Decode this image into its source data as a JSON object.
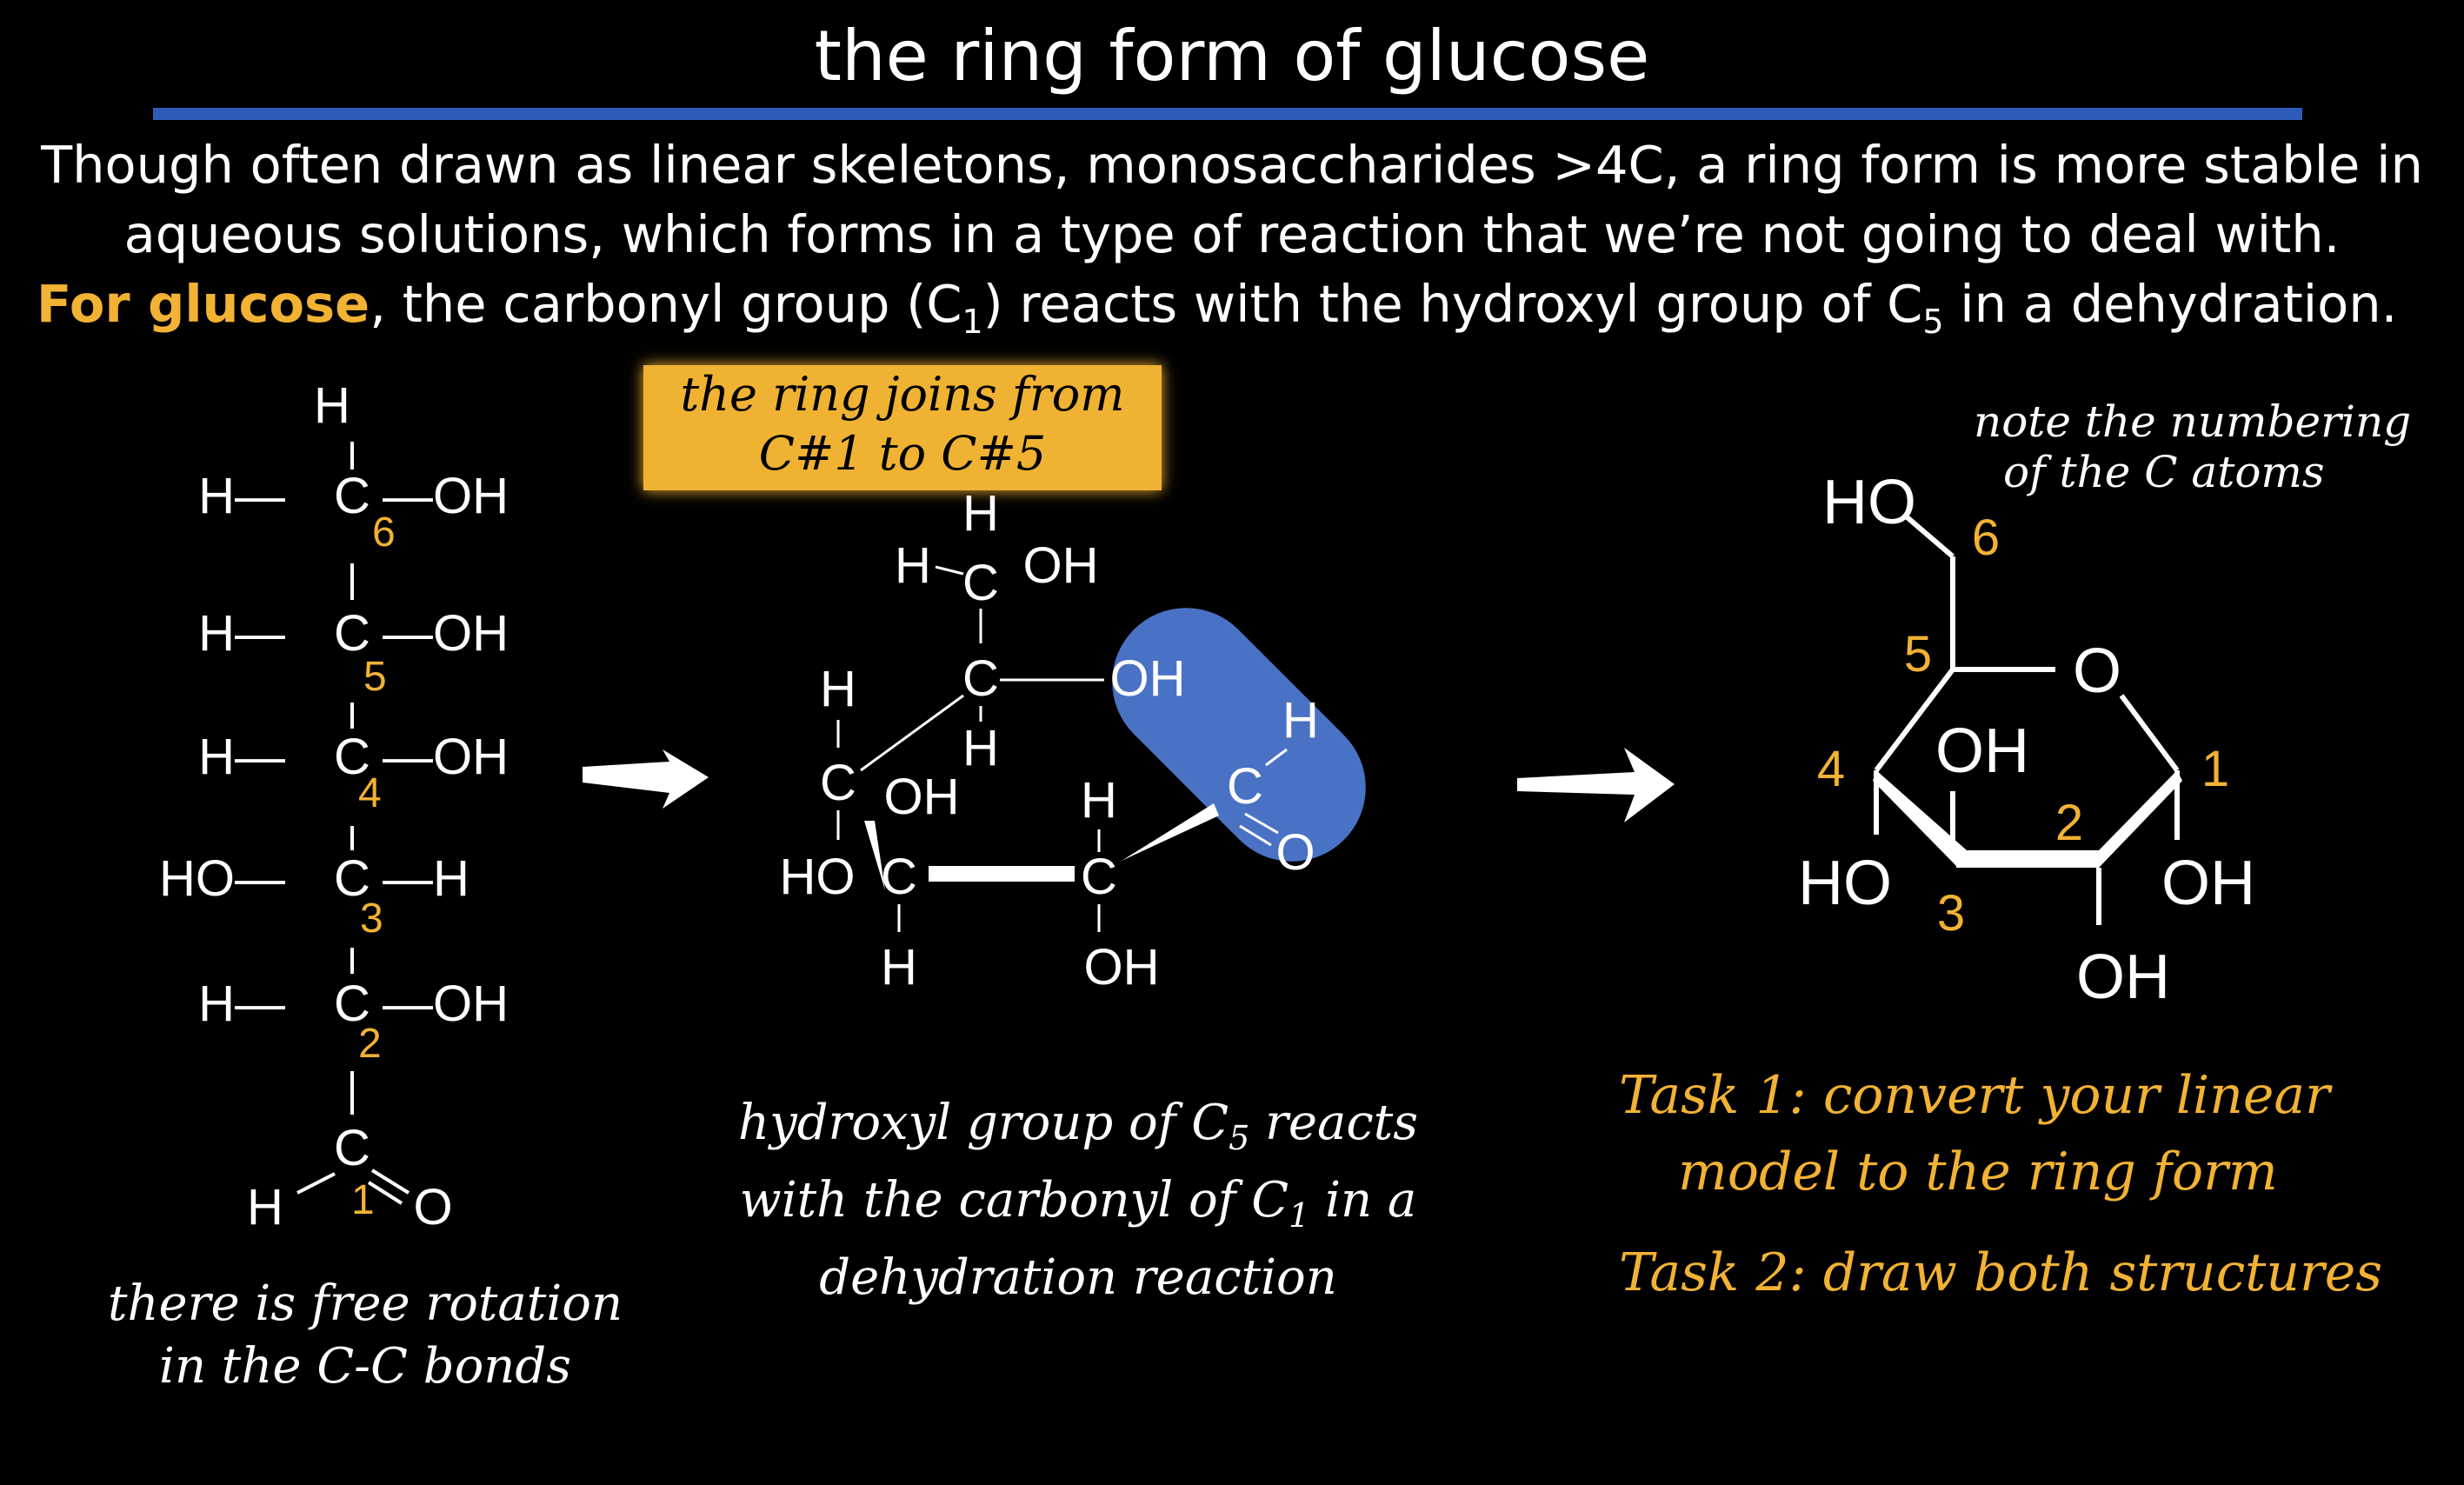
{
  "slide": {
    "title": "the ring form of glucose",
    "intro_line1": "Though often drawn as linear skeletons, monosaccharides >4C, a ring form is more stable in",
    "intro_line2": "aqueous solutions, which forms in a type of reaction that we’re not going to deal with.",
    "intro_highlight": "For glucose",
    "intro_line3_a": ", the carbonyl group (C",
    "intro_sub1": "1",
    "intro_line3_b": ") reacts with the hydroxyl group of C",
    "intro_sub5": "5",
    "intro_line3_c": " in a dehydration."
  },
  "banner": {
    "line1": "the ring joins from",
    "line2": "C#1 to C#5"
  },
  "notes": {
    "rotation_line1": "there is free rotation",
    "rotation_line2": "in the C-C bonds",
    "reaction_line1a": "hydroxyl group of C",
    "reaction_sub5": "5",
    "reaction_line1b": " reacts",
    "reaction_line2a": "with the carbonyl of C",
    "reaction_sub1": "1",
    "reaction_line2b": " in a",
    "reaction_line3": "dehydration reaction",
    "numbering_line1": "note the numbering",
    "numbering_line2": "of the C atoms"
  },
  "tasks": {
    "task1_line1": "Task 1:  convert your linear",
    "task1_line2": "model to the ring form",
    "task2": "Task 2:  draw both structures"
  },
  "linear": {
    "top_h": "H",
    "rows": [
      {
        "left": "H—",
        "atom": "C",
        "right": "—OH",
        "num": "6"
      },
      {
        "left": "H—",
        "atom": "C",
        "right": "—OH",
        "num": "5"
      },
      {
        "left": "H—",
        "atom": "C",
        "right": "—OH",
        "num": "4"
      },
      {
        "left": "HO—",
        "atom": "C",
        "right": "—H",
        "num": "3"
      },
      {
        "left": "H—",
        "atom": "C",
        "right": "—OH",
        "num": "2"
      }
    ],
    "c1": "C",
    "c1_h": "H",
    "c1_o": "O",
    "c1_num": "1"
  },
  "intermediate": {
    "top_h": "H",
    "c6_left": "H",
    "c6": "C",
    "c6_oh": "OH",
    "c5": "C",
    "c5_oh": "OH",
    "c5_h": "H",
    "c4_h": "H",
    "c4": "C",
    "c4_oh": "OH",
    "c3_ho": "HO",
    "c3": "C",
    "c3_h": "H",
    "c2_h": "H",
    "c2": "C",
    "c2_oh": "OH",
    "ald_h": "H",
    "ald_c": "C",
    "ald_o": "O"
  },
  "ring": {
    "ho6": "HO",
    "n6": "6",
    "n5": "5",
    "o": "O",
    "n4": "4",
    "n1": "1",
    "oh_inner": "OH",
    "n2": "2",
    "ho4": "HO",
    "n3": "3",
    "oh1": "OH",
    "oh2": "OH"
  },
  "colors": {
    "accent_rule": "#2f5cb8",
    "highlight": "#f2b233",
    "blob": "#4a72c4"
  }
}
